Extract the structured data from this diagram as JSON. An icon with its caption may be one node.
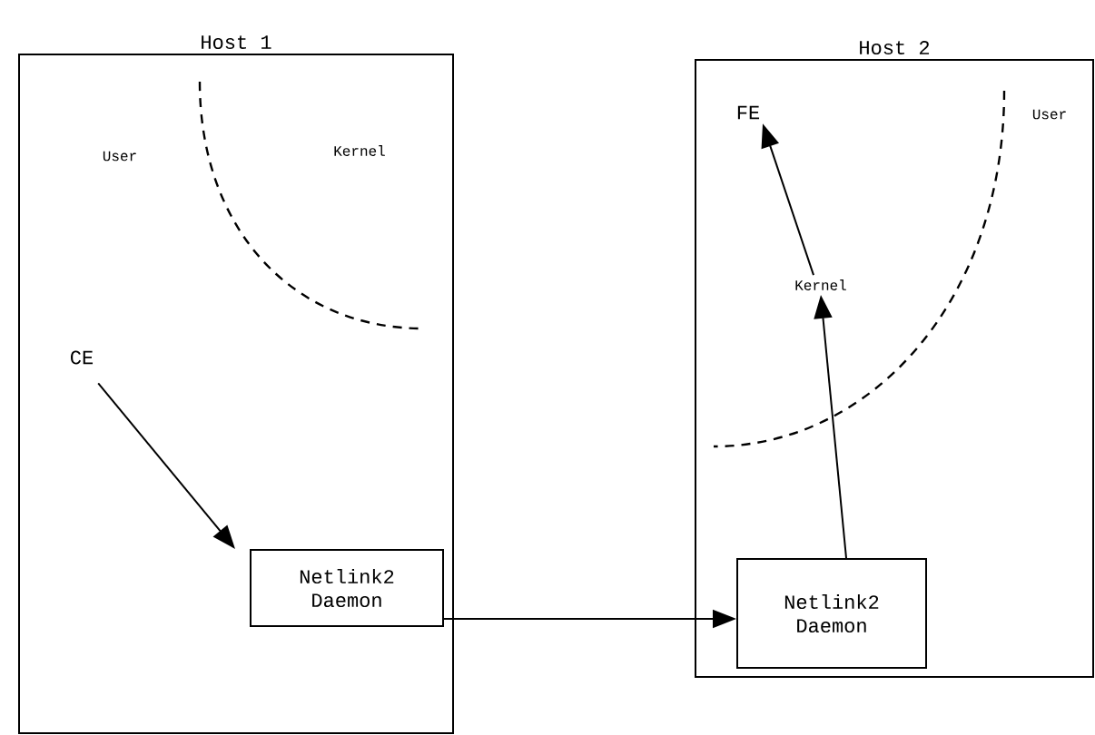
{
  "diagram": {
    "nodes": [
      {
        "text": [
          "Host 1"
        ]
      },
      {
        "text": [
          "CE"
        ],
        "in": 0
      },
      {
        "text": [
          "Netlink2 Daemon"
        ],
        "in": 0
      },
      {
        "text": [
          "Host 2"
        ]
      },
      {
        "text": [
          "FE"
        ],
        "in": 3
      },
      {
        "text": [
          "Kernel"
        ],
        "in": 3
      },
      {
        "text": [
          "Netlink2 Daemon"
        ],
        "in": 3
      }
    ],
    "edges": [
      {
        "from": 1,
        "to": 2,
        "arrow": "to"
      },
      {
        "from": 2,
        "to": 6,
        "arrow": "to"
      },
      {
        "from": 6,
        "to": 5,
        "arrow": "to"
      },
      {
        "from": 5,
        "to": 4,
        "arrow": "to"
      }
    ],
    "labels": [
      "User",
      "Kernel",
      "User"
    ]
  }
}
